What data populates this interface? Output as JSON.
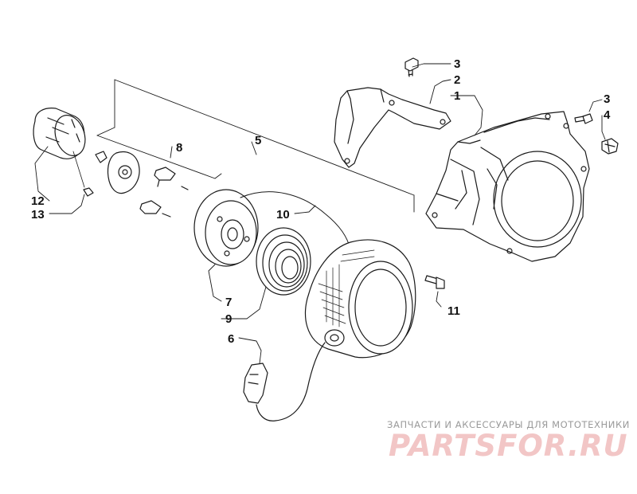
{
  "callouts": {
    "c1": "1",
    "c2": "2",
    "c3a": "3",
    "c3b": "3",
    "c4": "4",
    "c5": "5",
    "c6": "6",
    "c7": "7",
    "c8": "8",
    "c9": "9",
    "c10": "10",
    "c11": "11",
    "c12": "12",
    "c13": "13"
  },
  "watermark": {
    "tagline": "ЗАПЧАСТИ И АКСЕССУАРЫ ДЛЯ МОТОТЕХНИКИ",
    "brand": "PARTSFOR.RU",
    "color": "#f2c6c6"
  }
}
